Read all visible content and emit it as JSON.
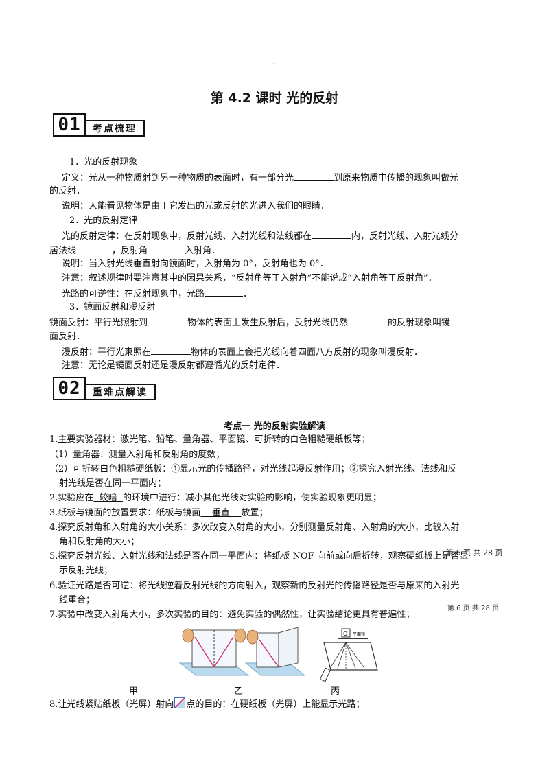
{
  "title": "第 4.2 课时  光的反射",
  "sections": [
    {
      "num": "01",
      "label": "考点梳理"
    },
    {
      "num": "02",
      "label": "重难点解读"
    }
  ],
  "s1": {
    "h1": "1．光的反射现象",
    "def_a": "定义：光从一种物质射到另一种物质的表面时，有一部分光",
    "def_b": "到原来物质中传播的现象叫做光",
    "def_c": "的反射．",
    "note1": "说明：人能看见物体是由于它发出的光或反射的光进入我们的眼睛．",
    "h2": "2．光的反射定律",
    "law_a": "光的反射定律：在反射现象中，反射光线、入射光线和法线都在",
    "law_b": "内，反射光线、入射光线分",
    "law_c": "居法线",
    "law_d": "，反射角",
    "law_e": "入射角．",
    "note2": "说明：当入射光线垂直射向镜面时，入射角为 0°，反射角也为 0°．",
    "note3": "注意：叙述规律时要注意其中的因果关系，“反射角等于入射角”不能说成“入射角等于反射角”．",
    "rev_a": "光路的可逆性：在反射现象中，光路",
    "rev_b": "．",
    "h3": "3．镜面反射和漫反射",
    "mir_a": "镜面反射：平行光照射到",
    "mir_b": "物体的表面上发生反射后，反射光线仍然",
    "mir_c": "的反射现象叫镜",
    "mir_d": "面反射．",
    "dif_a": "漫反射：平行光束照在",
    "dif_b": "物体的表面上会把光线向着四面八方反射的现象叫漫反射．",
    "note4": "注意：无论是镜面反射还是漫反射都遵循光的反射定律．"
  },
  "s2": {
    "heading": "考点一  光的反射实验解读",
    "l1": "1.主要实验器材：激光笔、铅笔、量角器、平面镜、可折转的白色粗糙硬纸板等；",
    "l1a": "（1）量角器：测量入射角和反射角的度数；",
    "l1b_a": "（2）可折转白色粗糙硬纸板：①显示光的传播路径，对光线起漫反射作用；②探究入射光线、法线和反",
    "l1b_b": "射光线是否在同一平面内；",
    "l2_a": "2.实验应在",
    "l2_u": "  较暗  ",
    "l2_b": "的环境中进行：减小其他光线对实验的影响，使实验现象更明显；",
    "l3_a": "3.纸板与镜面的放置要求：纸板与镜面",
    "l3_u": "    垂直    ",
    "l3_b": "放置；",
    "l4_a": "4.探究反射角和入射角的大小关系：多次改变入射角的大小，分别测量反射角、入射角的大小，比较入射",
    "l4_b": "角和反射角的大小；",
    "l5_a": "5.探究反射光线、入射光线和法线是否在同一平面内：将纸板 NOF 向前或向后折转，观察硬纸板上是否显",
    "l5_b": "示反射光线；",
    "l6_a": "6.验证光路是否可逆：将光线逆着反射光线的方向射入，观察新的反射光的传播路径是否与原来的入射光",
    "l6_b": "线重合；",
    "l7": "7.实验中改变入射角大小，多次实验的目的：避免实验的偶然性，让实验结论更具有普遍性；",
    "l8_a": "8.让光线紧贴纸板（光屏）射向",
    "l8_b": "点的目的：在硬纸板（光屏）上能显示光路；"
  },
  "figures": {
    "a": "甲",
    "b": "乙",
    "c": "丙",
    "c_label": "平面镜",
    "c_o": "O"
  },
  "footer": {
    "p1": "第 6 页  共 28 页",
    "p2": "第 6 页  共 28 页"
  }
}
